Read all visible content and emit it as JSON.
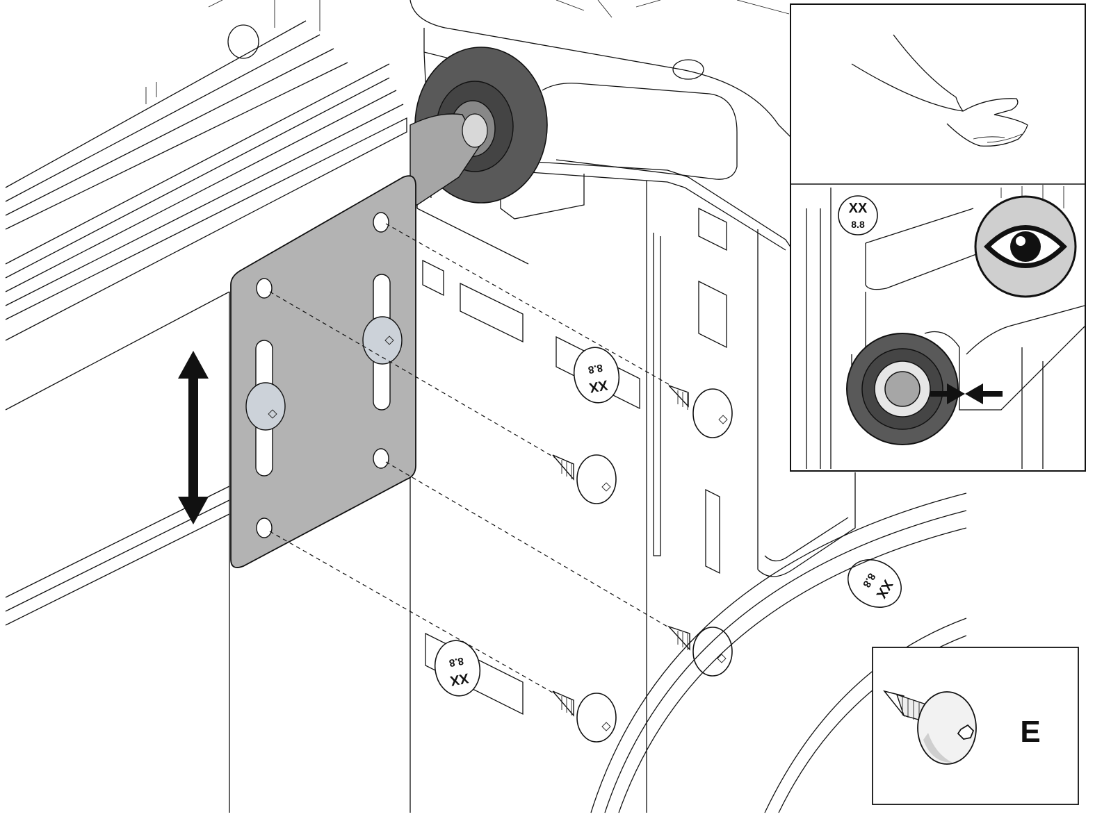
{
  "diagram": {
    "step_letter": "E",
    "badges": {
      "bolt_label_top": "XX",
      "bolt_label_bottom": "8.8"
    },
    "colors": {
      "plate": "#b3b3b3",
      "roller": "#595959",
      "washer": "#ccd2d9",
      "axle": "#a6a6a6",
      "line": "#111111"
    },
    "icons": [
      "double-arrow-icon",
      "hand-icon",
      "eye-icon",
      "screw-icon",
      "arrow-right-icon",
      "arrow-left-icon"
    ]
  }
}
